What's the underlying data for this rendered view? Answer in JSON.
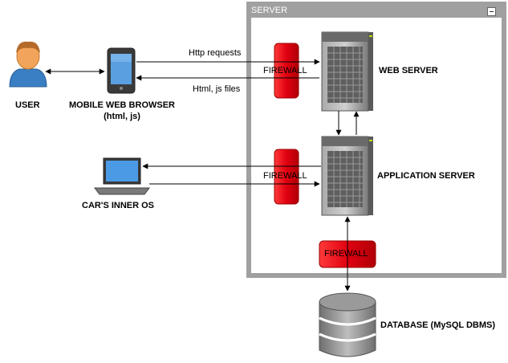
{
  "container": {
    "title": "SERVER"
  },
  "nodes": {
    "user": "USER",
    "mobile_browser_line1": "MOBILE WEB BROWSER",
    "mobile_browser_line2": "(html, js)",
    "car_os": "CAR'S INNER OS",
    "web_server": "WEB SERVER",
    "app_server": "APPLICATION SERVER",
    "database": "DATABASE (MySQL DBMS)"
  },
  "firewalls": {
    "fw1": "FIREWALL",
    "fw2": "FIREWALL",
    "fw3": "FIREWALL"
  },
  "edges": {
    "http_requests": "Http requests",
    "html_js_files": "Html, js files"
  },
  "colors": {
    "container_border": "#999999",
    "container_header": "#999999",
    "firewall_red": "#e8000b",
    "server_gray": "#8c8c8c",
    "database_gray": "#8a8a8a",
    "user_orange": "#f2a45a",
    "user_blue": "#3a7fc4"
  }
}
